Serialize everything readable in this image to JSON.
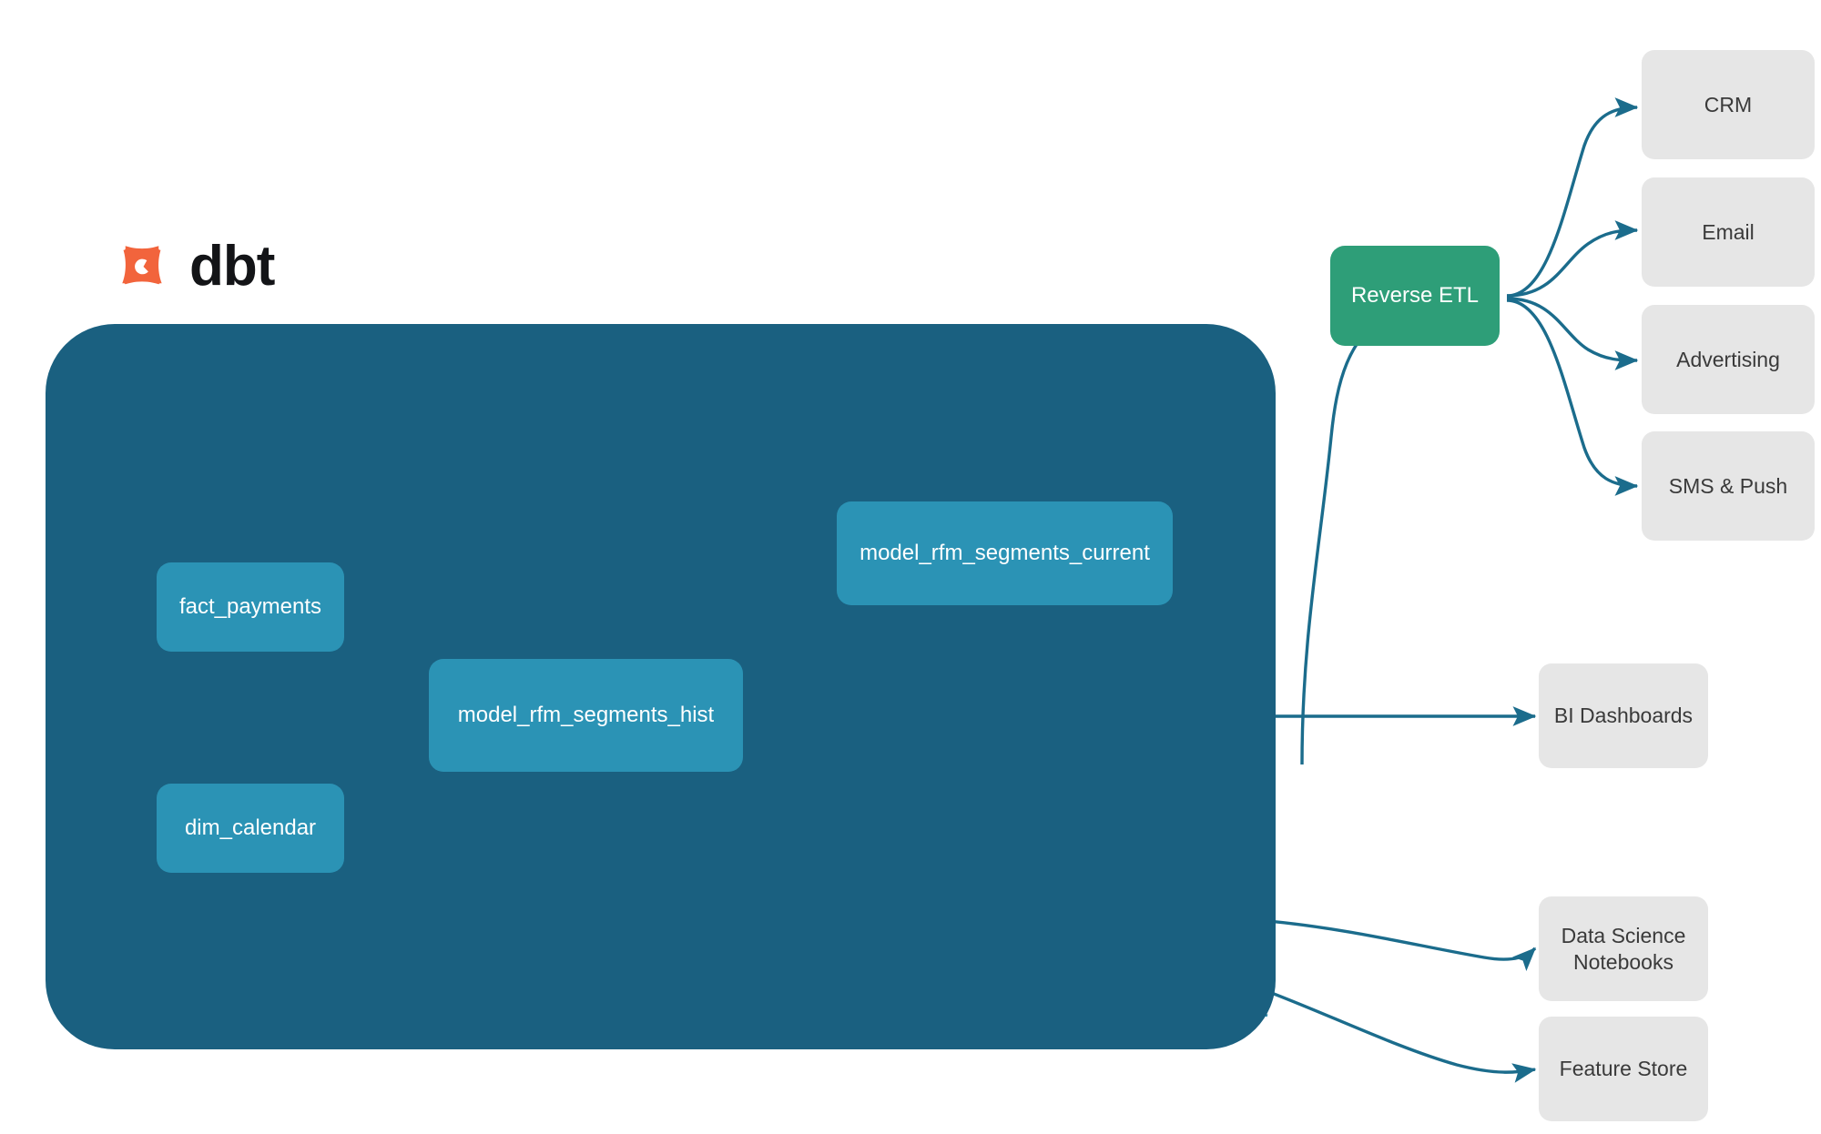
{
  "diagram": {
    "title": "dbt RFM segmentation lineage and activation flow",
    "brand": {
      "logo_icon": "dbt-logo-icon",
      "wordmark": "dbt",
      "logo_color": "#F2643C",
      "wordmark_color": "#131417"
    },
    "colors": {
      "warehouse_fill": "#1A6080",
      "model_fill": "#2B93B5",
      "service_fill": "#2E9E78",
      "target_fill": "#E6E6E6",
      "target_text": "#3A3A3A",
      "edge_external": "#1B6C8C",
      "edge_internal": "#2F8CAC",
      "background": "#FFFFFF"
    },
    "warehouse": {
      "name": "dbt-project-container",
      "models": [
        {
          "id": "fact_payments",
          "label": "fact_payments"
        },
        {
          "id": "dim_calendar",
          "label": "dim_calendar"
        },
        {
          "id": "model_rfm_segments_hist",
          "label": "model_rfm_segments_hist"
        },
        {
          "id": "model_rfm_segments_current",
          "label": "model_rfm_segments_current"
        }
      ]
    },
    "services": [
      {
        "id": "reverse_etl",
        "label": "Reverse ETL"
      }
    ],
    "targets": [
      {
        "id": "crm",
        "label": "CRM",
        "lines": [
          "CRM"
        ]
      },
      {
        "id": "email",
        "label": "Email",
        "lines": [
          "Email"
        ]
      },
      {
        "id": "advertising",
        "label": "Advertising",
        "lines": [
          "Advertising"
        ]
      },
      {
        "id": "sms_push",
        "label": "SMS & Push",
        "lines": [
          "SMS & Push"
        ]
      },
      {
        "id": "bi_dashboards",
        "label": "BI Dashboards",
        "lines": [
          "BI Dashboards"
        ]
      },
      {
        "id": "ds_notebooks",
        "label": "Data Science Notebooks",
        "lines": [
          "Data Science",
          "Notebooks"
        ]
      },
      {
        "id": "feature_store",
        "label": "Feature Store",
        "lines": [
          "Feature Store"
        ]
      }
    ],
    "edges": [
      {
        "from": "fact_payments",
        "to": "model_rfm_segments_hist"
      },
      {
        "from": "dim_calendar",
        "to": "model_rfm_segments_hist"
      },
      {
        "from": "model_rfm_segments_hist",
        "to": "model_rfm_segments_current"
      },
      {
        "from": "model_rfm_segments_current",
        "to": "reverse_etl"
      },
      {
        "from": "reverse_etl",
        "to": "crm"
      },
      {
        "from": "reverse_etl",
        "to": "email"
      },
      {
        "from": "reverse_etl",
        "to": "advertising"
      },
      {
        "from": "reverse_etl",
        "to": "sms_push"
      },
      {
        "from": "model_rfm_segments_hist",
        "to": "bi_dashboards"
      },
      {
        "from": "model_rfm_segments_hist",
        "to": "ds_notebooks"
      },
      {
        "from": "model_rfm_segments_hist",
        "to": "feature_store"
      }
    ]
  }
}
